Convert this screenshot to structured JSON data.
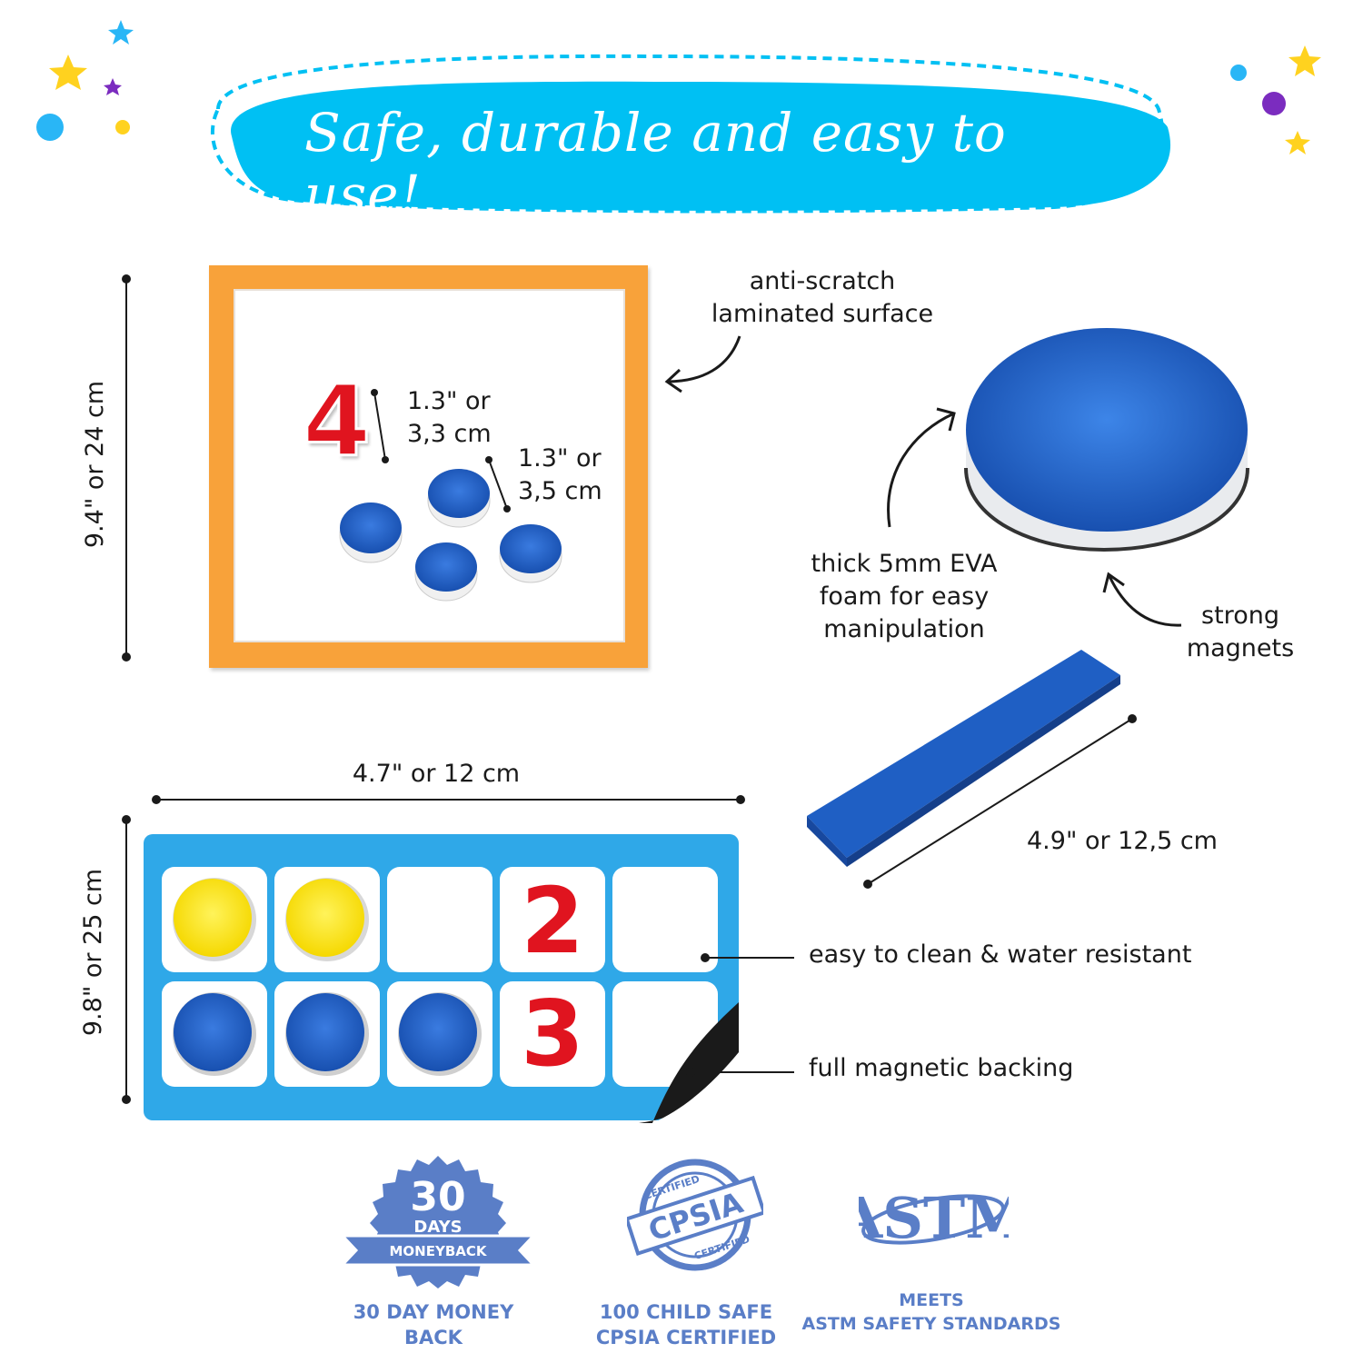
{
  "banner": {
    "title": "Safe, durable and easy to use!"
  },
  "colors": {
    "banner": "#00c0f3",
    "frame": "#f8a23a",
    "foam_blue": "#1f5fc4",
    "yellow": "#ffe812",
    "number_red": "#e0141f",
    "badge_blue": "#5a7ec7"
  },
  "board": {
    "height_label": "9.4\" or 24 cm",
    "surface_label_line1": "anti-scratch",
    "surface_label_line2": "laminated surface",
    "digit": "4",
    "digit_size_line1": "1.3\" or",
    "digit_size_line2": "3,3 cm",
    "counter_size_line1": "1.3\" or",
    "counter_size_line2": "3,5 cm"
  },
  "counter": {
    "foam_line1": "thick 5mm EVA",
    "foam_line2": "foam for easy",
    "foam_line3": "manipulation",
    "magnet_line1": "strong",
    "magnet_line2": "magnets"
  },
  "strip": {
    "length_label": "4.9\" or 12,5 cm"
  },
  "ten_frame": {
    "width_label": "4.7\" or 12 cm",
    "height_label": "9.8\" or 25 cm",
    "clean_label": "easy to clean & water resistant",
    "backing_label": "full magnetic backing",
    "row1_number": "2",
    "row2_number": "3"
  },
  "badges": [
    {
      "icon_top": "30",
      "icon_mid": "DAYS",
      "icon_ribbon": "MONEYBACK",
      "caption_line1": "30 DAY MONEY",
      "caption_line2": "BACK"
    },
    {
      "icon_top": "CERTIFIED",
      "icon_mid": "CPSIA",
      "icon_bottom": "CERTIFIED",
      "caption_line1": "100 CHILD SAFE",
      "caption_line2": "CPSIA CERTIFIED"
    },
    {
      "icon_mid": "ASTM",
      "caption_line1": "MEETS",
      "caption_line2": "ASTM SAFETY STANDARDS"
    }
  ]
}
